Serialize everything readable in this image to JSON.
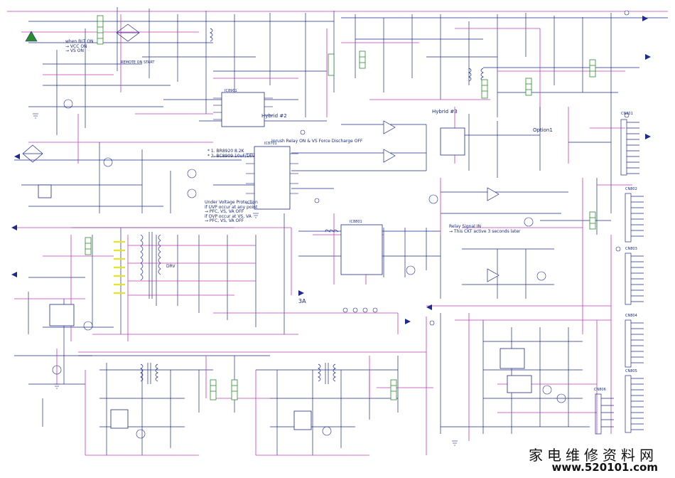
{
  "notes": {
    "standby": "when BLT ON\n→ VCC ON\n→ VS ON",
    "remote": "REMOTE ON START",
    "hybrid2": "Hybrid #2",
    "hybrid3": "Hybrid #3",
    "relay_off": "Inrush Relay ON & VS Force Discharge OFF",
    "options": "* 1. BR8920 8.2K\n* 2. BC8909 10uF/16V",
    "uvp": "Under Voltage Protection\nif UVP occur at any point\n→ PFC, VS, VA OFF\nif OVP occur at VS, VA\n→ PFC, VS, VA OFF",
    "relay_in": "Relay Signal IN\n→ This CKT active 3 seconds later",
    "option1": "Option1",
    "current3a": "3A",
    "drv": "DRV"
  },
  "connectors": [
    "CN801",
    "CN802",
    "CN803",
    "CN804",
    "CN805",
    "CN806"
  ],
  "ic_labels": {
    "ic_a": "IC8901",
    "ic_b": "IC8701",
    "ic_c": "IC8801"
  },
  "watermark": {
    "chinese": "家电维修资料网",
    "url": "www.520101.com"
  },
  "colors": {
    "wire": "#1e2a8c",
    "net": "#c03cb4",
    "accent": "#e8e800",
    "component": "#2a8c2a",
    "text": "#1a2a7a"
  }
}
